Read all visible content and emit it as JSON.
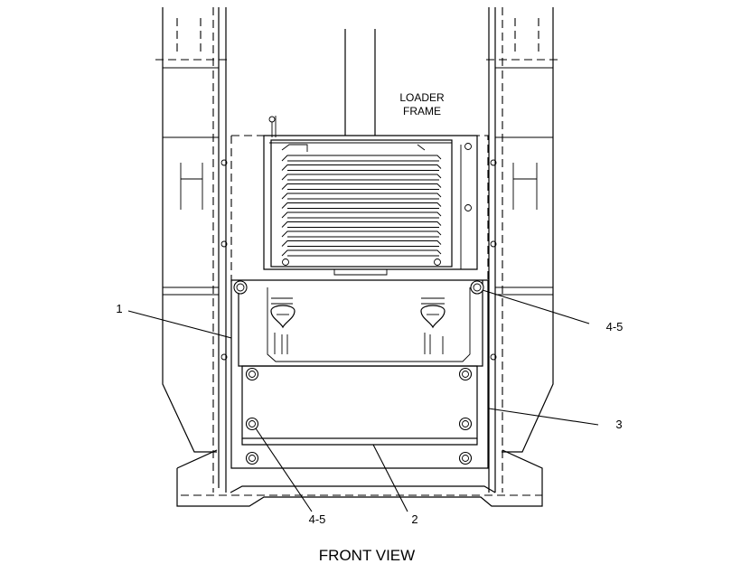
{
  "labels": {
    "loader_frame_line1": "LOADER",
    "loader_frame_line2": "FRAME",
    "callout_1": "1",
    "callout_2": "2",
    "callout_3": "3",
    "callout_4_5_right": "4-5",
    "callout_4_5_bottom": "4-5",
    "view_title": "FRONT VIEW"
  }
}
